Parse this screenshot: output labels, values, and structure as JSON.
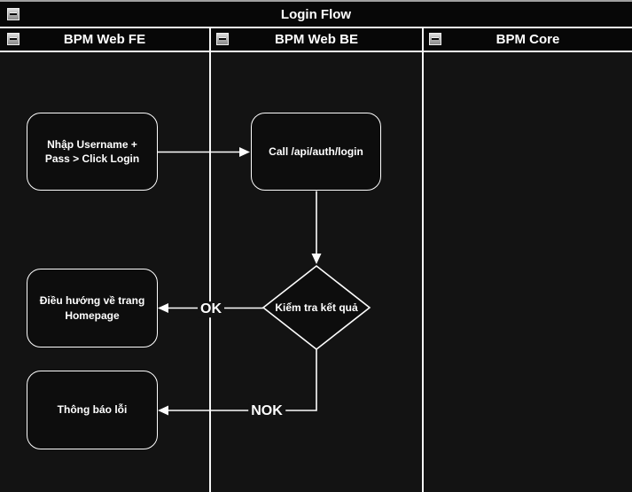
{
  "diagram": {
    "title": "Login Flow",
    "lanes": [
      {
        "label": "BPM Web FE"
      },
      {
        "label": "BPM Web BE"
      },
      {
        "label": "BPM Core"
      }
    ],
    "nodes": {
      "enter_credentials": {
        "label": "Nhập Username +\nPass > Click Login"
      },
      "call_login_api": {
        "label": "Call /api/auth/login"
      },
      "check_result": {
        "label": "Kiểm tra kết quả"
      },
      "redirect_homepage": {
        "label": "Điều hướng về trang\nHomepage"
      },
      "show_error": {
        "label": "Thông báo lỗi"
      }
    },
    "edge_labels": {
      "ok": "OK",
      "nok": "NOK"
    },
    "colors": {
      "canvas_background": "#131313",
      "panel_fill": "#070707",
      "node_fill": "#0d0d0d",
      "stroke": "#ffffff",
      "text": "#ffffff",
      "top_edge": "#a0a0a0"
    }
  }
}
